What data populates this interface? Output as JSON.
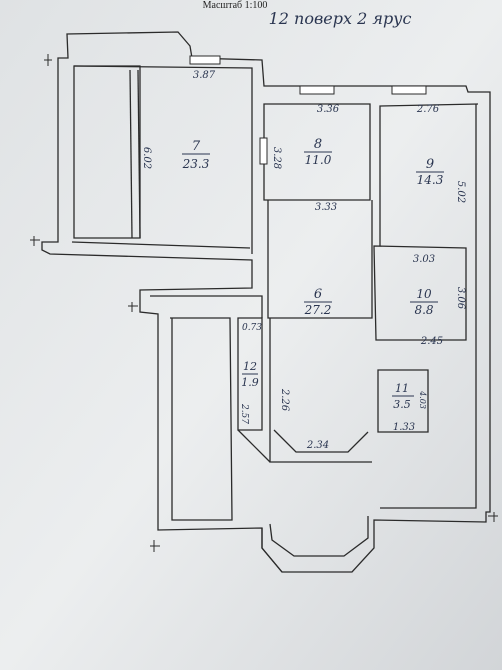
{
  "header": {
    "scale": "Масштаб 1:100",
    "handwritten": "12 поверх    2 ярус"
  },
  "rooms": [
    {
      "id": "7",
      "area": "23.3"
    },
    {
      "id": "8",
      "area": "11.0"
    },
    {
      "id": "9",
      "area": "14.3"
    },
    {
      "id": "6",
      "area": "27.2"
    },
    {
      "id": "10",
      "area": "8.8"
    },
    {
      "id": "11",
      "area": "3.5",
      "suffix": "11"
    },
    {
      "id": "12",
      "area": "1.9",
      "suffix": "12"
    }
  ],
  "dimensions": {
    "d_387": "3.87",
    "d_602": "6.02",
    "d_336": "3.36",
    "d_276": "2.76",
    "d_328": "3.28",
    "d_333": "3.33",
    "d_502": "5.02",
    "d_303": "3.03",
    "d_306": "3.06",
    "d_073": "0.73",
    "d_245": "2.45",
    "d_226": "2.26",
    "d_257": "2.57",
    "d_234": "2.34",
    "d_133": "1.33",
    "d_403": "4.03"
  },
  "colors": {
    "paper": "#e9ebec",
    "wall": "#e4e6e8",
    "line": "#2b2b2b",
    "ink": "#2a3550"
  }
}
